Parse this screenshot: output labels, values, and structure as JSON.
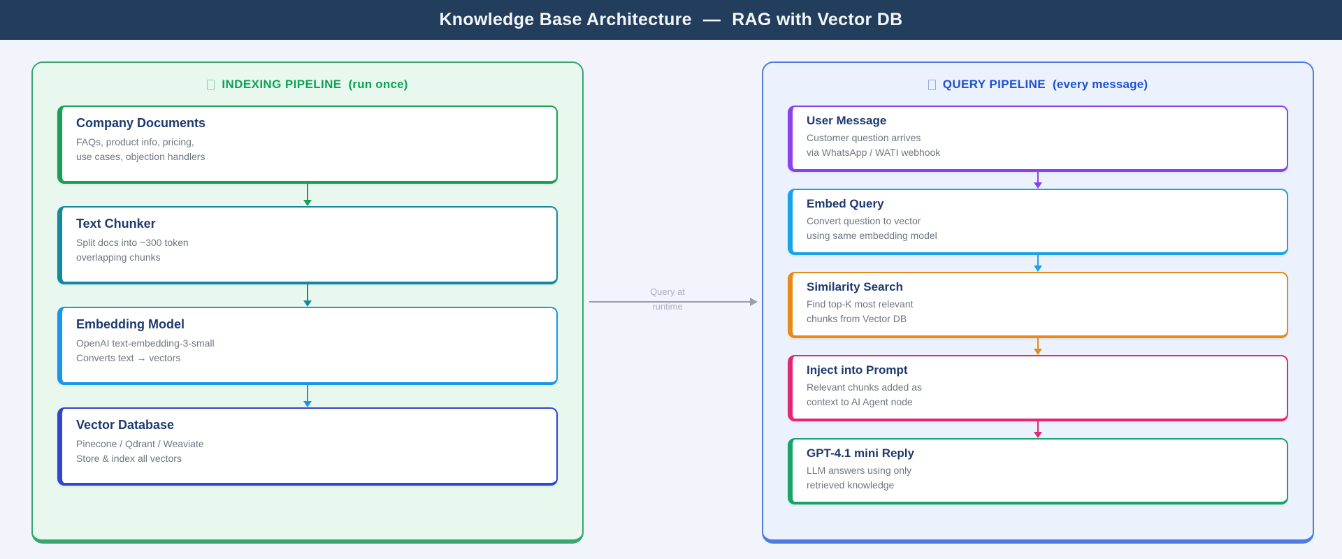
{
  "header": {
    "title_left": "Knowledge Base Architecture",
    "dash": "—",
    "title_right": "RAG with Vector DB",
    "bg_color": "#233e5c"
  },
  "runtime_arrow": {
    "label_line1": "Query at",
    "label_line2": "runtime",
    "color": "#9aa0aa"
  },
  "pipelines": {
    "indexing": {
      "title": "INDEXING PIPELINE",
      "suffix": "(run once)",
      "title_color": "#0da254",
      "border_color": "#3aa570",
      "bg_color": "#e9f8ee",
      "steps": [
        {
          "title": "Company Documents",
          "desc": "FAQs, product info, pricing,\nuse cases, objection handlers",
          "color": "#16a156"
        },
        {
          "title": "Text Chunker",
          "desc": "Split docs into ~300 token\noverlapping chunks",
          "color": "#14889e"
        },
        {
          "title": "Embedding Model",
          "desc": "OpenAI text-embedding-3-small\nConverts text → vectors",
          "color": "#1996ea"
        },
        {
          "title": "Vector Database",
          "desc": "Pinecone / Qdrant / Weaviate\nStore & index all vectors",
          "color": "#2f46d2"
        }
      ]
    },
    "query": {
      "title": "QUERY PIPELINE",
      "suffix": "(every message)",
      "title_color": "#1e50d5",
      "border_color": "#4f7be0",
      "bg_color": "#ecf2fd",
      "steps": [
        {
          "title": "User Message",
          "desc": "Customer question arrives\nvia WhatsApp / WATI webhook",
          "color": "#8a42ee"
        },
        {
          "title": "Embed Query",
          "desc": "Convert question to vector\nusing same embedding model",
          "color": "#17a3e8"
        },
        {
          "title": "Similarity Search",
          "desc": "Find top-K most relevant\nchunks from Vector DB",
          "color": "#e78a16"
        },
        {
          "title": "Inject into Prompt",
          "desc": "Relevant chunks added as\ncontext to AI Agent node",
          "color": "#e02874"
        },
        {
          "title": "GPT-4.1 mini Reply",
          "desc": "LLM answers using only\nretrieved knowledge",
          "color": "#18a36b"
        }
      ]
    }
  }
}
